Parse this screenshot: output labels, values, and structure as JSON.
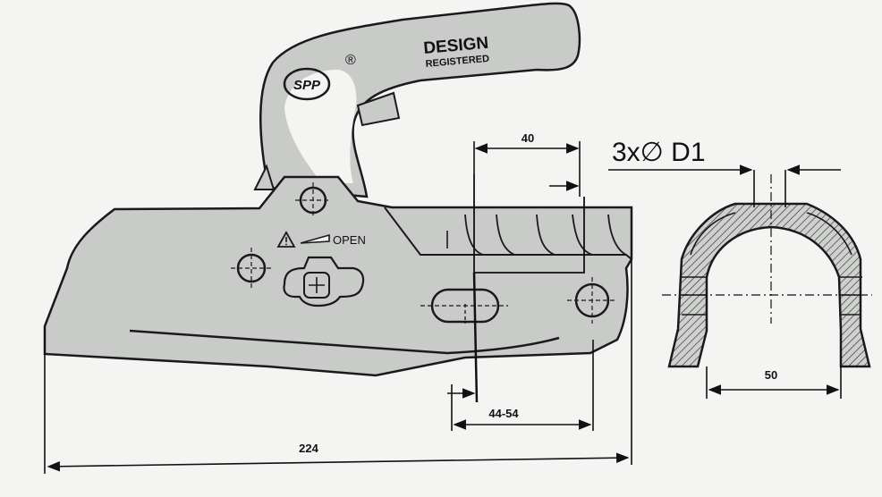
{
  "logo": {
    "brand": "SPP",
    "registered_mark": "®"
  },
  "stamp": {
    "line1": "DESIGN",
    "line2": "REGISTERED"
  },
  "warning": {
    "label": "OPEN"
  },
  "dimensions": {
    "top_gap": "40",
    "bolt_spec": "3x∅ D1",
    "hole_spacing": "44-54",
    "overall_length": "224",
    "inner_width": "50"
  },
  "colors": {
    "body_fill": "#c9cbc9",
    "outline": "#1a1a1a",
    "hatch": "#3a3a3a",
    "background": "#f4f5f3"
  }
}
